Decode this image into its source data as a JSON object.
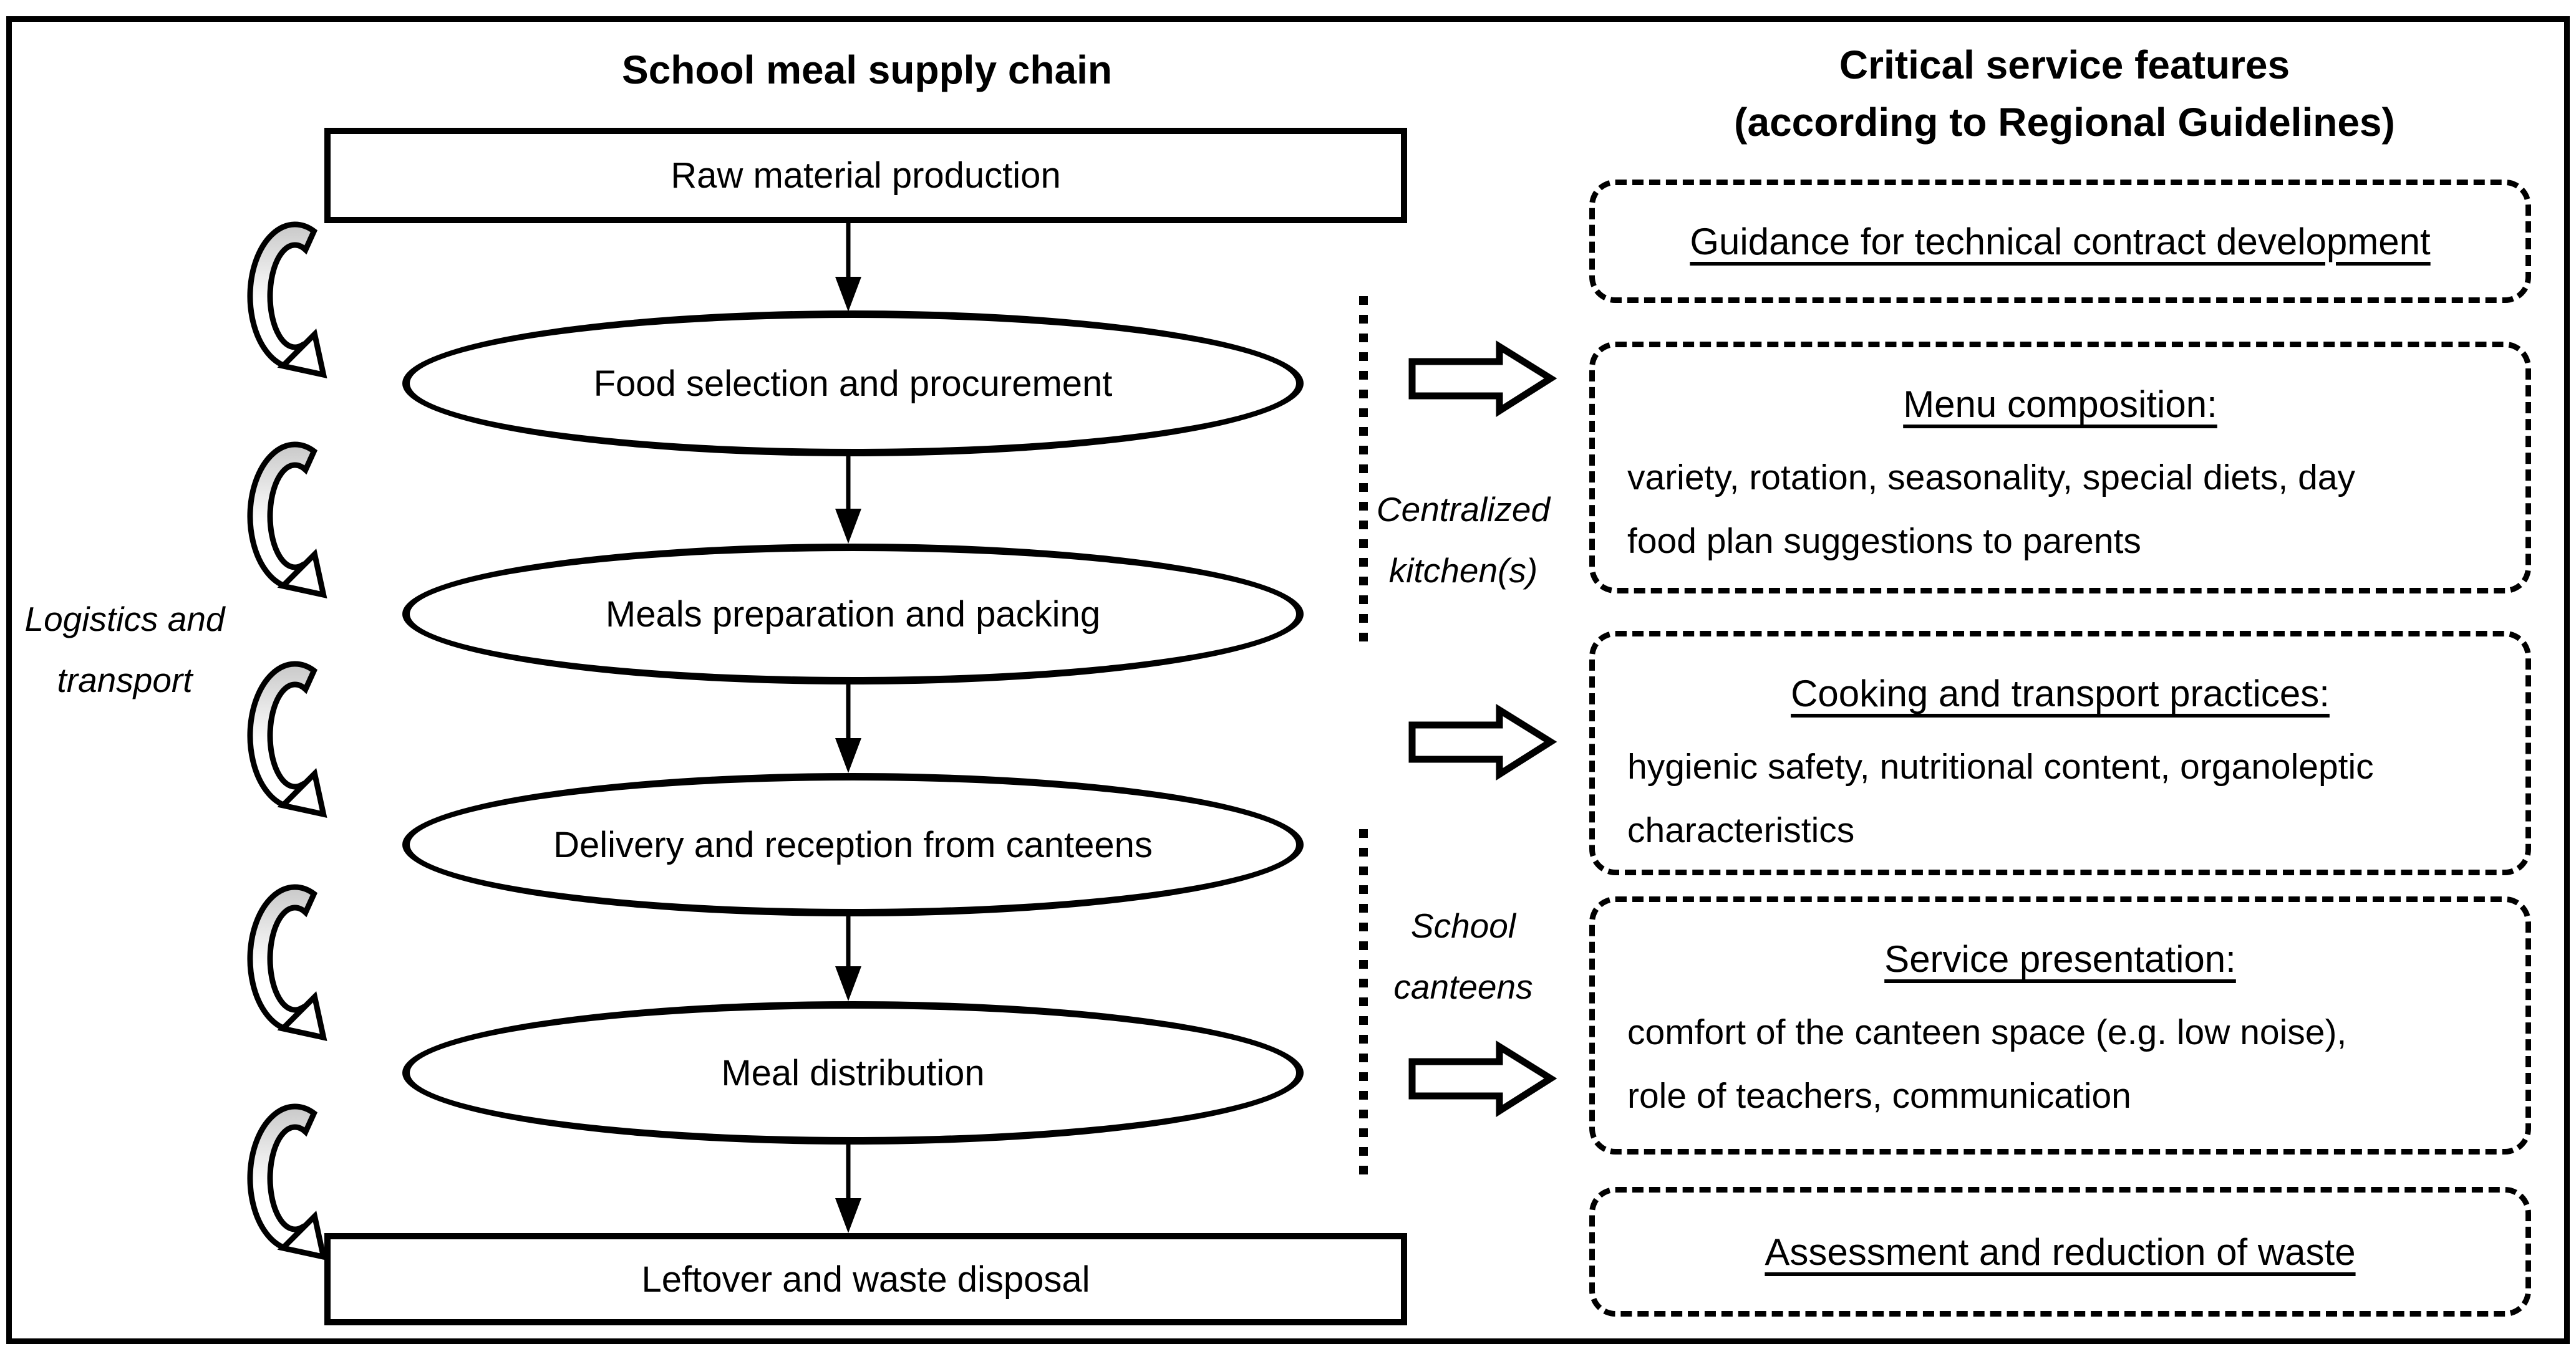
{
  "titles": {
    "left": "School meal supply chain",
    "right": "Critical service features\n(according to Regional Guidelines)"
  },
  "chain": {
    "stages": [
      {
        "shape": "rect",
        "label": "Raw material production"
      },
      {
        "shape": "ellipse",
        "label": "Food selection and procurement"
      },
      {
        "shape": "ellipse",
        "label": "Meals preparation and packing"
      },
      {
        "shape": "ellipse",
        "label": "Delivery and reception from canteens"
      },
      {
        "shape": "ellipse",
        "label": "Meal distribution"
      },
      {
        "shape": "rect",
        "label": "Leftover and waste disposal"
      }
    ],
    "side_label": "Logistics and\ntransport"
  },
  "middle": {
    "centralized_label": "Centralized\nkitchen(s)",
    "school_label": "School\ncanteens"
  },
  "features": {
    "boxes": [
      {
        "heading": "Guidance for technical contract development",
        "body": ""
      },
      {
        "heading": "Menu composition:",
        "body": "variety, rotation, seasonality, special diets, day\nfood plan suggestions to parents"
      },
      {
        "heading": "Cooking and transport practices:",
        "body": "hygienic safety, nutritional content, organoleptic\ncharacteristics"
      },
      {
        "heading": "Service presentation:",
        "body": "comfort of the canteen space (e.g. low noise),\nrole of teachers, communication"
      },
      {
        "heading": "Assessment and reduction of waste",
        "body": ""
      }
    ]
  },
  "colors": {
    "ink": "#000000",
    "paper": "#ffffff",
    "curl_gray": "#c9c9c9"
  }
}
